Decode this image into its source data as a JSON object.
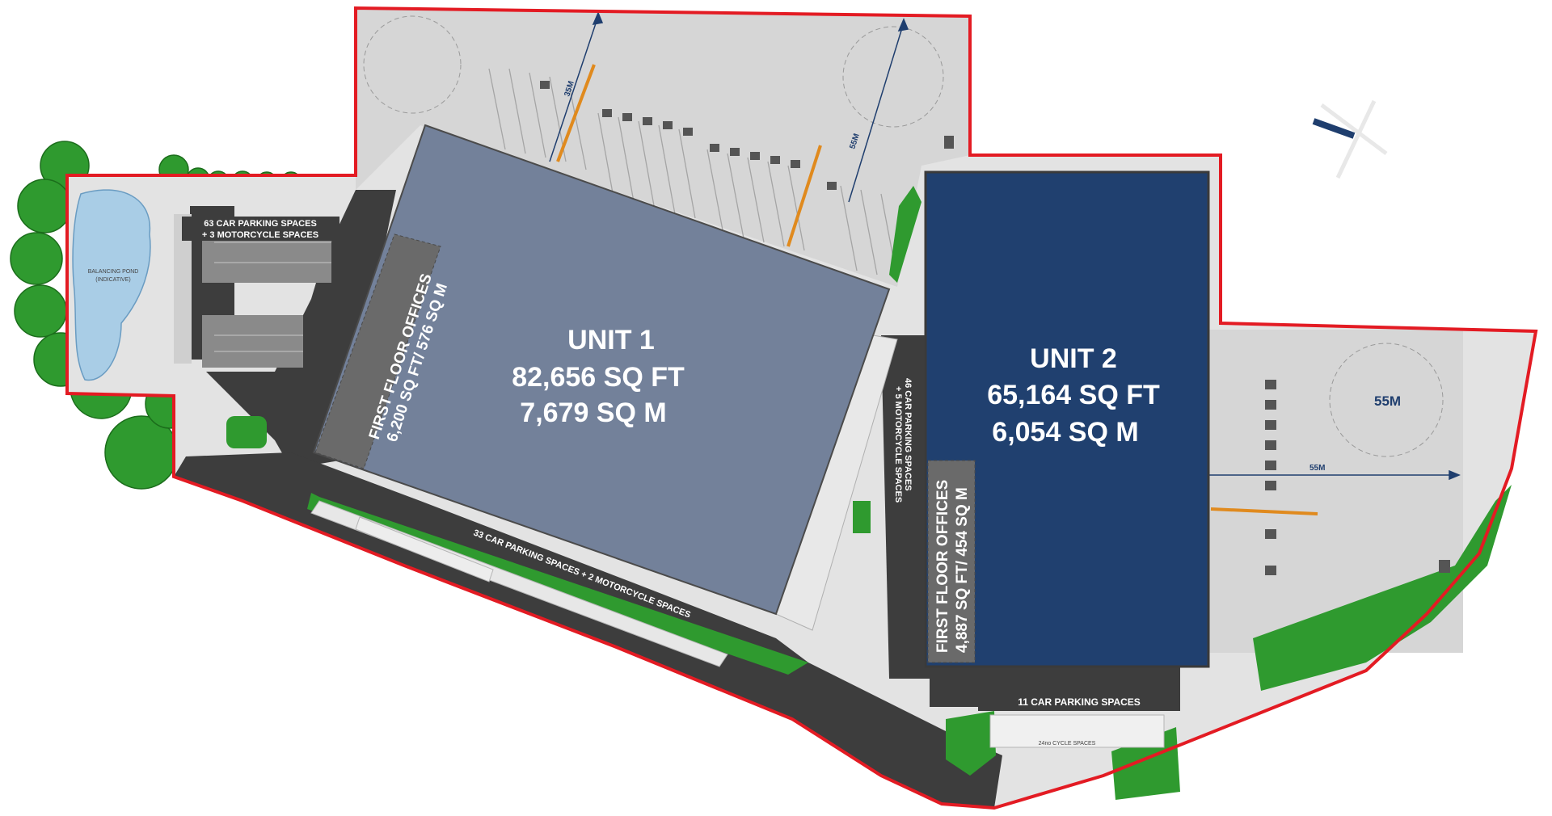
{
  "unit1": {
    "name": "UNIT 1",
    "area_sqft": "82,656 SQ FT",
    "area_sqm": "7,679 SQ M",
    "offices": "FIRST FLOOR OFFICES",
    "offices_area": "6,200 SQ FT/ 576 SQ M"
  },
  "unit2": {
    "name": "UNIT 2",
    "area_sqft": "65,164 SQ FT",
    "area_sqm": "6,054 SQ M",
    "offices": "FIRST FLOOR OFFICES",
    "offices_area": "4,887 SQ FT/ 454 SQ M"
  },
  "parking": {
    "north_west_line1": "63 CAR PARKING SPACES",
    "north_west_line2": "+ 3 MOTORCYCLE SPACES",
    "south": "33 CAR PARKING SPACES + 2 MOTORCYCLE SPACES",
    "middle_line1": "46 CAR PARKING SPACES",
    "middle_line2": "+ 5 MOTORCYCLE SPACES",
    "south_east": "11 CAR PARKING SPACES",
    "cycle": "24no CYCLE SPACES"
  },
  "yards": {
    "unit1_depth_a": "35M",
    "unit1_depth_b": "55M",
    "unit2_radius": "55M",
    "unit2_depth": "55M"
  },
  "pond": {
    "line1": "BALANCING POND",
    "line2": "(INDICATIVE)"
  },
  "colors": {
    "site_boundary": "#e31b23",
    "unit1": "#73819a",
    "unit2": "#1f3f6f",
    "offices": "#6a6a6a",
    "yard": "#d9d9d9",
    "road": "#3b3b3b",
    "landscape": "#2f9a2f",
    "pond": "#a9cde6"
  }
}
